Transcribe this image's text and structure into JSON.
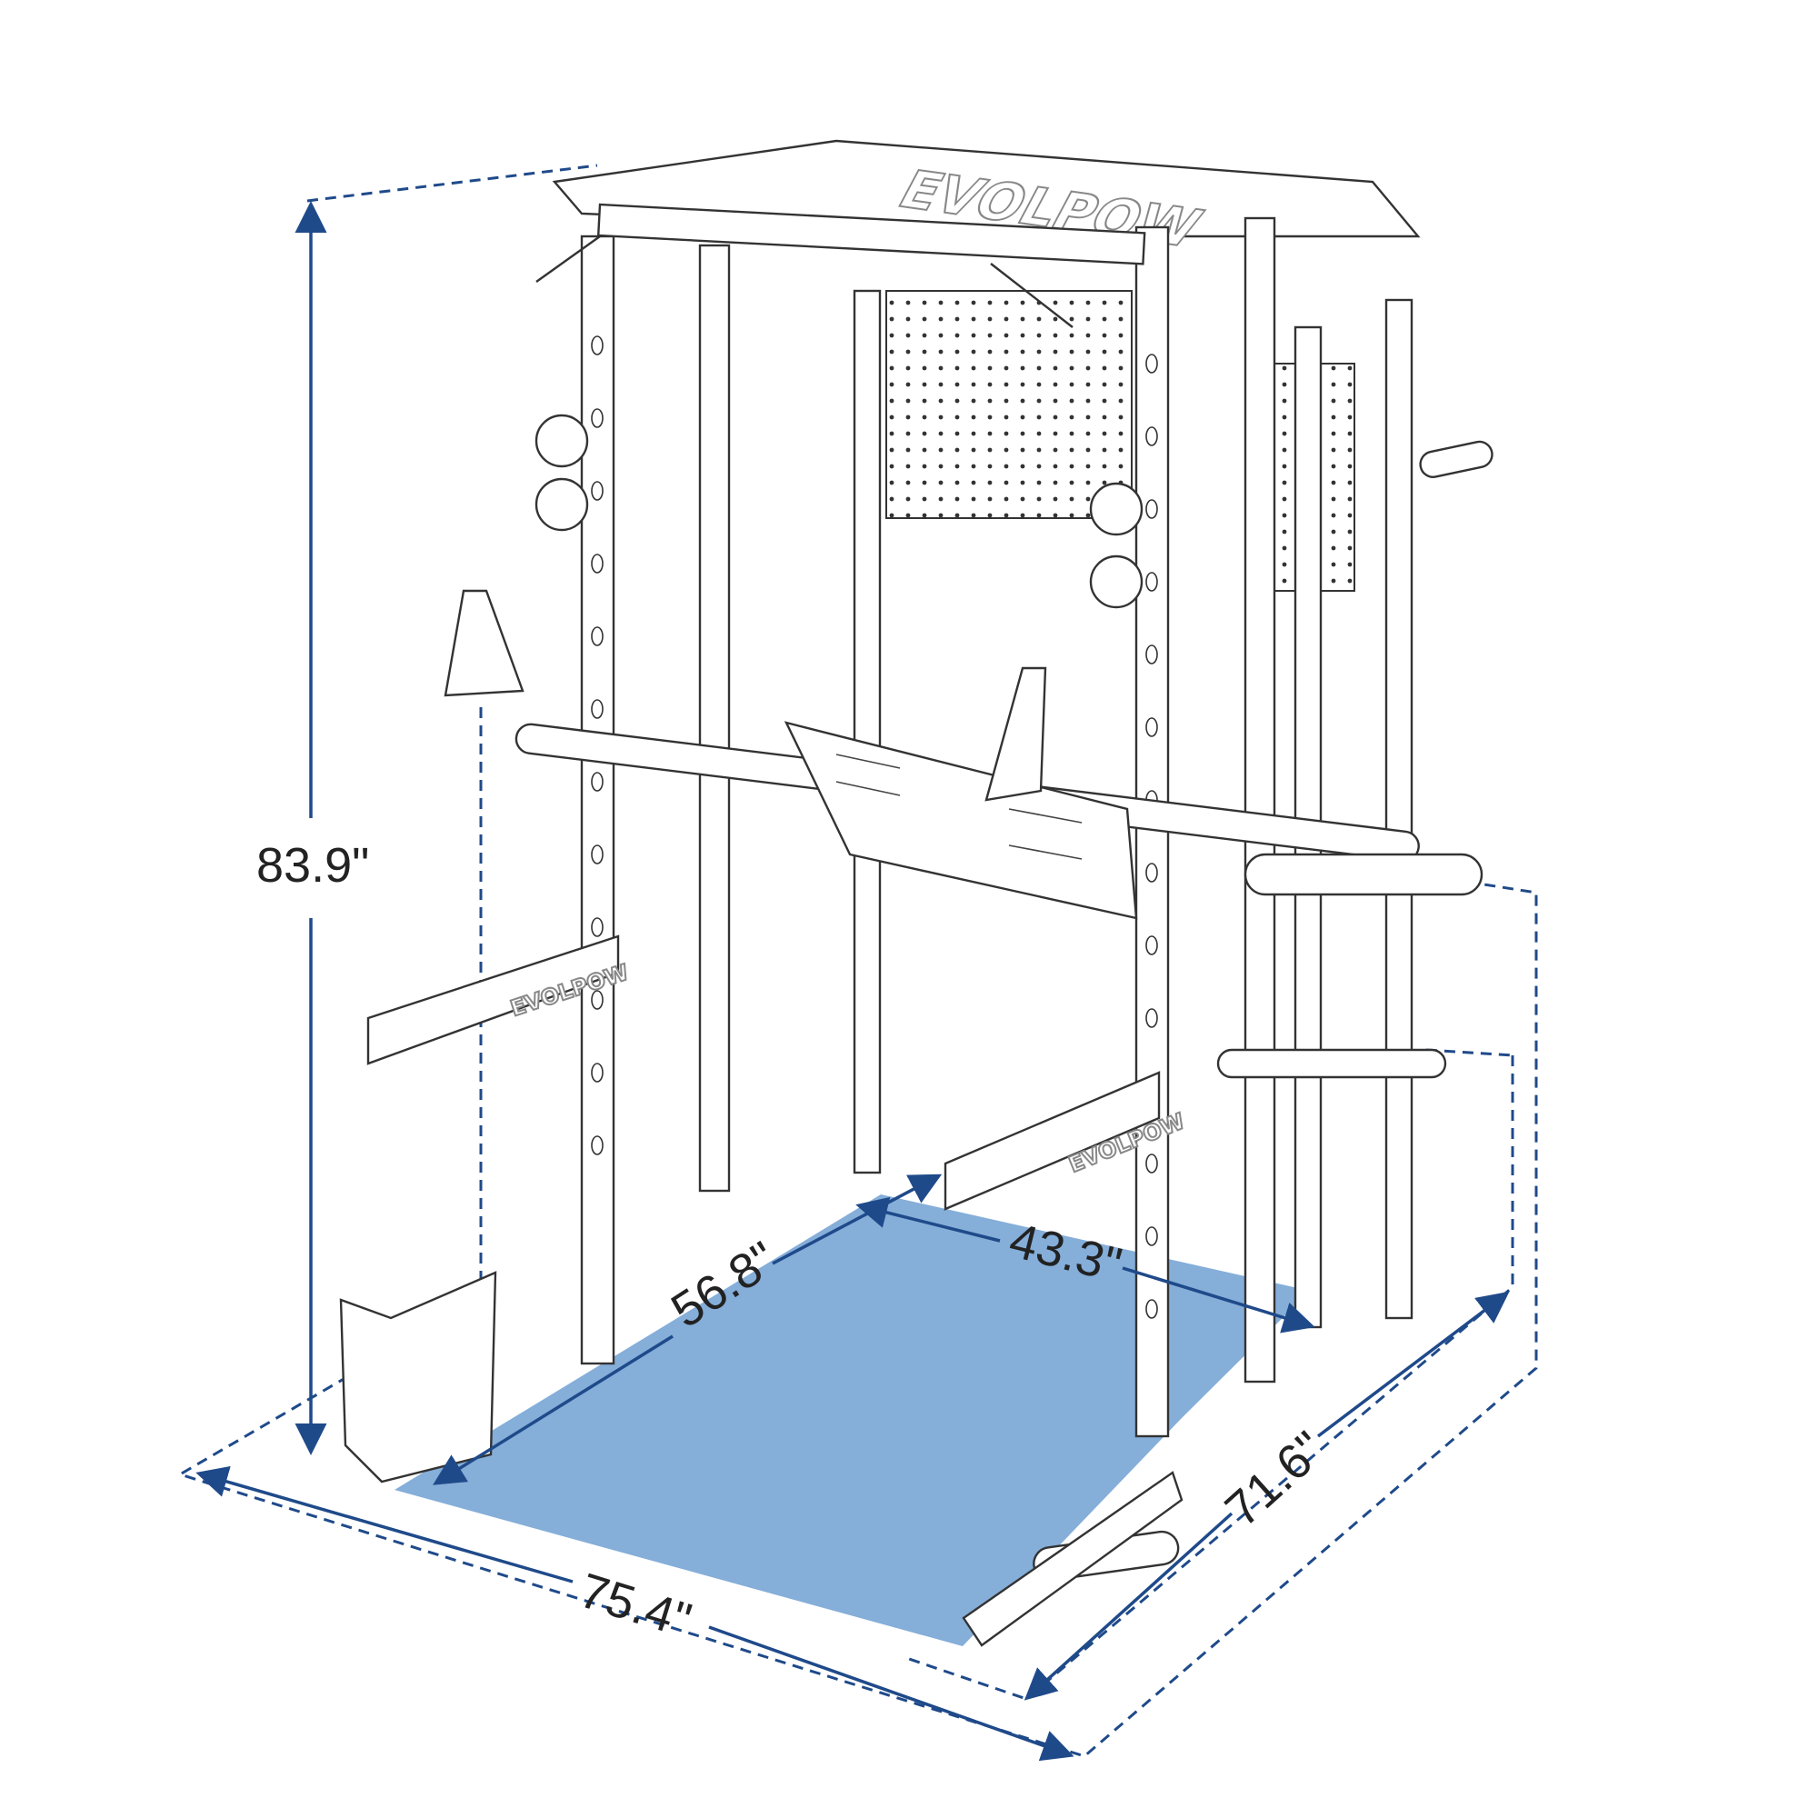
{
  "brand": "EVOLPOW",
  "colors": {
    "floor": "#85aed9",
    "dimension_line": "#1f4a8a",
    "text": "#222222"
  },
  "dimensions": {
    "height": "83.9\"",
    "width": "75.4\"",
    "depth": "71.6\"",
    "inner_depth": "56.8\"",
    "inner_width": "43.3\""
  }
}
